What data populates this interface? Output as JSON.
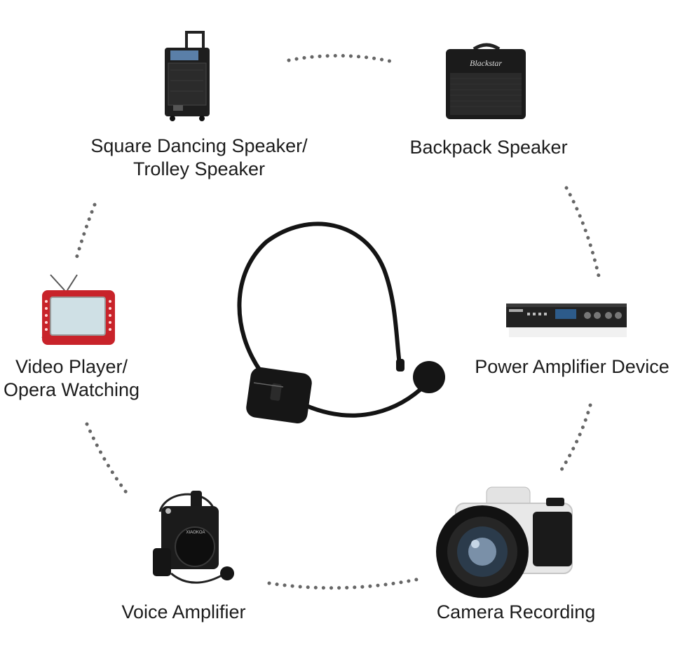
{
  "items": [
    {
      "id": "trolley",
      "icon": "trolley-speaker-icon",
      "line1": "Square Dancing Speaker/",
      "line2": "Trolley Speaker"
    },
    {
      "id": "backpack",
      "icon": "guitar-amp-speaker-icon",
      "line1": "Backpack Speaker",
      "line2": "",
      "brand": "Blackstar"
    },
    {
      "id": "amplifier",
      "icon": "power-amplifier-icon",
      "line1": "Power Amplifier Device",
      "line2": ""
    },
    {
      "id": "camera",
      "icon": "camera-icon",
      "line1": "Camera Recording",
      "line2": ""
    },
    {
      "id": "voice",
      "icon": "voice-amplifier-icon",
      "line1": "Voice Amplifier",
      "line2": ""
    },
    {
      "id": "video",
      "icon": "portable-video-player-icon",
      "line1": "Video Player/",
      "line2": "Opera Watching"
    }
  ],
  "center": {
    "icon": "wireless-headset-microphone-icon"
  },
  "colors": {
    "dots": "#666666",
    "text": "#1c1c1c",
    "device": "#151515",
    "accent_red": "#d4202a"
  }
}
